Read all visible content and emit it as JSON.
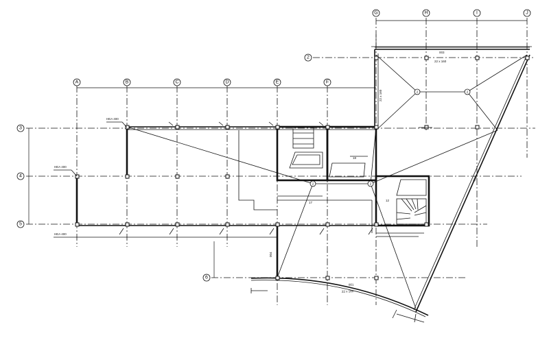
{
  "grid_columns": [
    {
      "label": "A"
    },
    {
      "label": "B"
    },
    {
      "label": "C"
    },
    {
      "label": "D"
    },
    {
      "label": "E"
    },
    {
      "label": "F"
    },
    {
      "label": "G"
    },
    {
      "label": "H"
    },
    {
      "label": "I"
    },
    {
      "label": "J"
    }
  ],
  "grid_rows": [
    {
      "label": "2"
    },
    {
      "label": "3"
    },
    {
      "label": "4"
    },
    {
      "label": "5"
    },
    {
      "label": "6"
    }
  ],
  "hub_nodes": [
    {
      "label": "2"
    },
    {
      "label": "2"
    },
    {
      "label": "2"
    },
    {
      "label": "2"
    }
  ],
  "profile_labels": [
    {
      "text": "HEA 400"
    },
    {
      "text": "HEA 400"
    },
    {
      "text": "HEA 400"
    }
  ],
  "beam_marks": [
    {
      "text": "003"
    },
    {
      "text": "001"
    },
    {
      "text": "002"
    },
    {
      "text": "004"
    }
  ],
  "section_marks": [
    {
      "text": "22 x 160"
    },
    {
      "text": "22 x 160"
    },
    {
      "text": "22 x 160"
    }
  ],
  "stair_marks": [
    {
      "text": "17"
    },
    {
      "text": "18"
    },
    {
      "text": "12"
    }
  ],
  "colors": {
    "ink": "#111111",
    "paper": "#ffffff"
  }
}
